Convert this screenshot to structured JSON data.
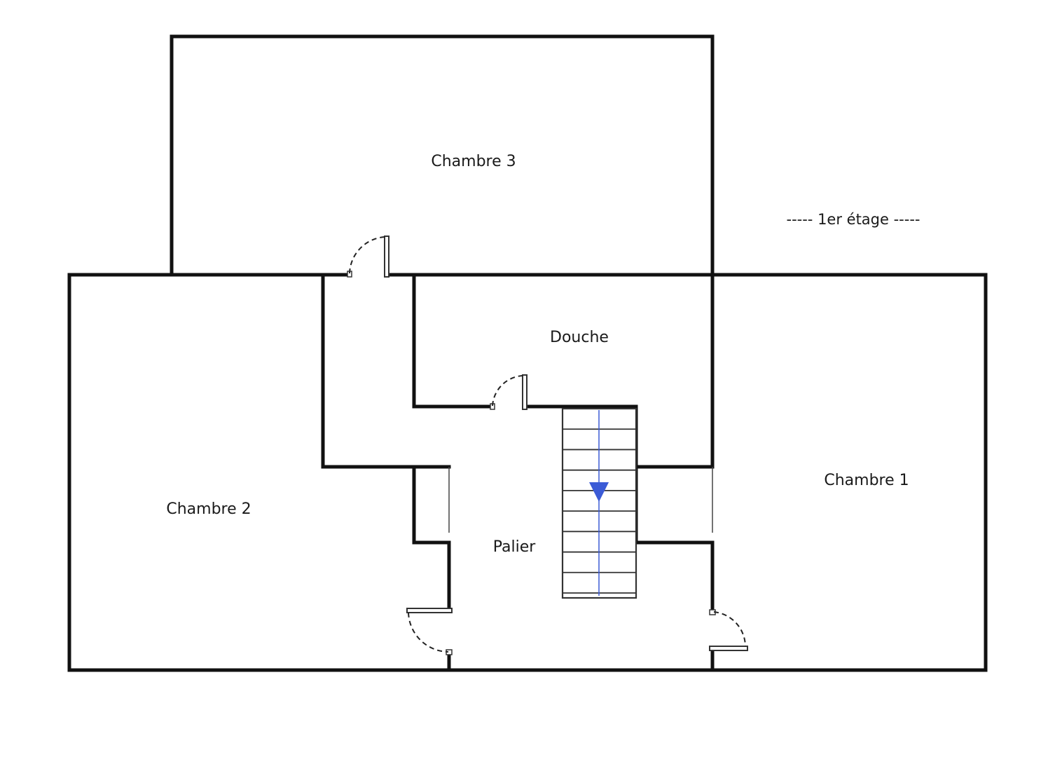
{
  "floor_label": "-----  1er étage  -----",
  "rooms": {
    "chambre3": "Chambre 3",
    "douche": "Douche",
    "chambre1": "Chambre 1",
    "chambre2": "Chambre 2",
    "palier": "Palier"
  },
  "colors": {
    "wall": "#111111",
    "stair_arrow": "#3b5bd6",
    "background": "#ffffff"
  }
}
